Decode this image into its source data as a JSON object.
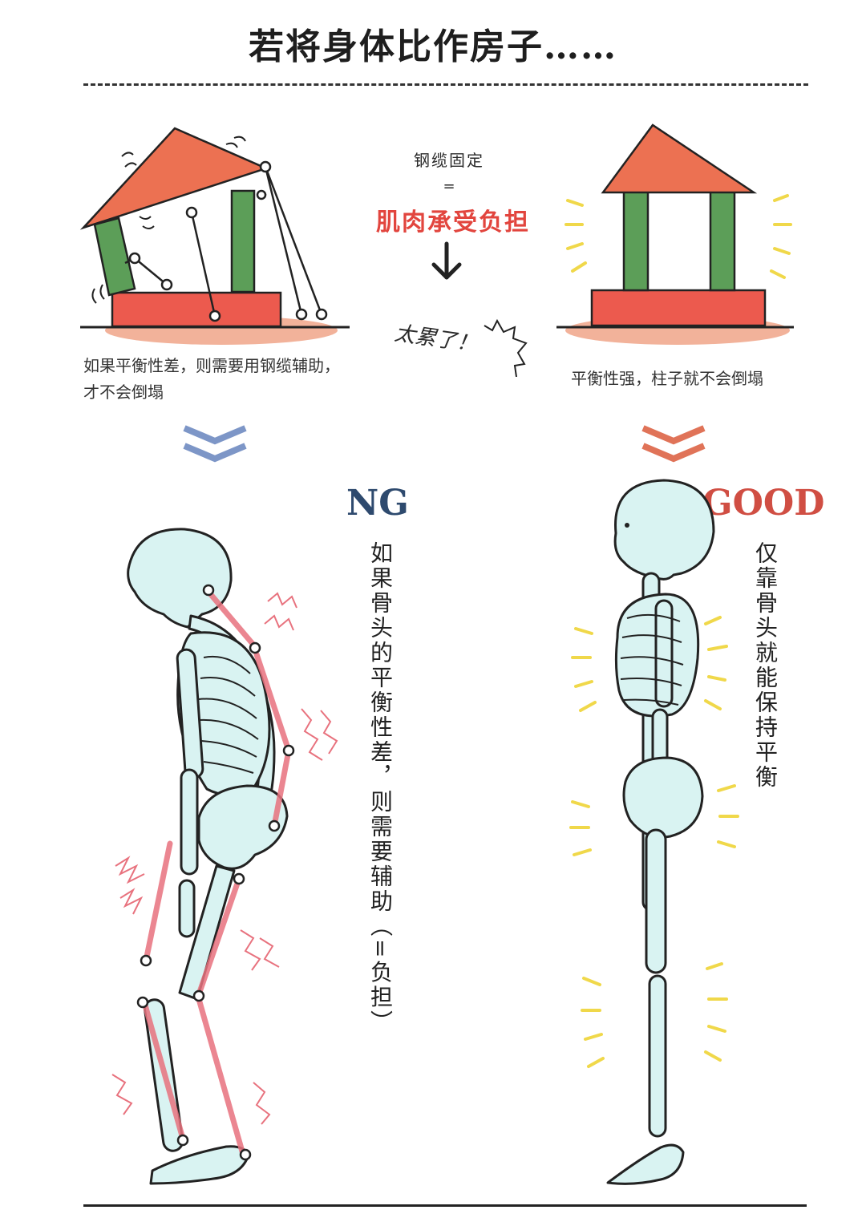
{
  "title": "若将身体比作房子……",
  "left_house_caption_line1": "如果平衡性差，则需要用钢缆辅助，",
  "left_house_caption_line2": "才不会倒塌",
  "right_house_caption": "平衡性强，柱子就不会倒塌",
  "center": {
    "steel_cable": "钢缆固定",
    "equals": "=",
    "muscle_burden": "肌肉承受负担",
    "tired": "太累了！"
  },
  "ng_label": "NG",
  "good_label": "GOOD",
  "ng_vertical_text": "如果骨头的平衡性差，则需要辅助（=负担）",
  "good_vertical_text": "仅靠骨头就能保持平衡",
  "colors": {
    "roof": "#ec7152",
    "pillar": "#5c9e58",
    "base": "#ec5a4e",
    "ground": "#f2b29a",
    "bone": "#d9f3f2",
    "muscle": "#e8727e",
    "vibration": "#f0d84a",
    "ng_chevron": "#7d96c7",
    "good_chevron": "#e07358"
  }
}
